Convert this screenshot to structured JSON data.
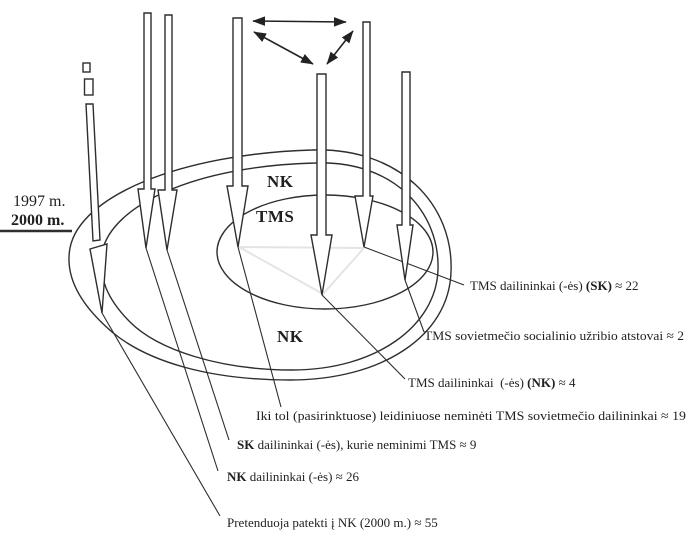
{
  "legend": {
    "year_1997": "1997 m.",
    "year_2000": "2000 m."
  },
  "regions": {
    "nk_top": "NK",
    "tms": "TMS",
    "nk_bottom": "NK"
  },
  "callouts": [
    {
      "id": "tms-sk",
      "parts": [
        {
          "t": "TMS dailininkai (-ės) "
        },
        {
          "t": "(SK)",
          "bold": true
        },
        {
          "t": " ≈ 22"
        }
      ]
    },
    {
      "id": "tms-uzribis",
      "parts": [
        {
          "t": "TMS sovietmečio socialinio užribio atstovai ≈ 2"
        }
      ]
    },
    {
      "id": "tms-nk",
      "parts": [
        {
          "t": "TMS dailininkai  (-ės) "
        },
        {
          "t": "(NK)",
          "bold": true
        },
        {
          "t": " ≈ 4"
        }
      ]
    },
    {
      "id": "nepaminet",
      "parts": [
        {
          "t": "Iki tol (pasirinktuose) leidiniuose neminėti TMS sovietmečio dailininkai ≈ 19"
        }
      ]
    },
    {
      "id": "sk-dailininkai",
      "parts": [
        {
          "t": "SK",
          "bold": true
        },
        {
          "t": " dailininkai (-ės), kurie neminimi TMS ≈ 9"
        }
      ]
    },
    {
      "id": "nk-dailininkai",
      "parts": [
        {
          "t": "NK",
          "bold": true
        },
        {
          "t": " dailininkai (-ės) ≈ 26"
        }
      ]
    },
    {
      "id": "pretenduoja",
      "parts": [
        {
          "t": "Pretenduoja patekti į NK (2000 m.) ≈ 55"
        }
      ]
    }
  ],
  "colors": {
    "background": "#ffffff",
    "ink": "#1f1f1f",
    "line": "#2e2e2e",
    "faint_triangle": "#e4e4e4"
  }
}
